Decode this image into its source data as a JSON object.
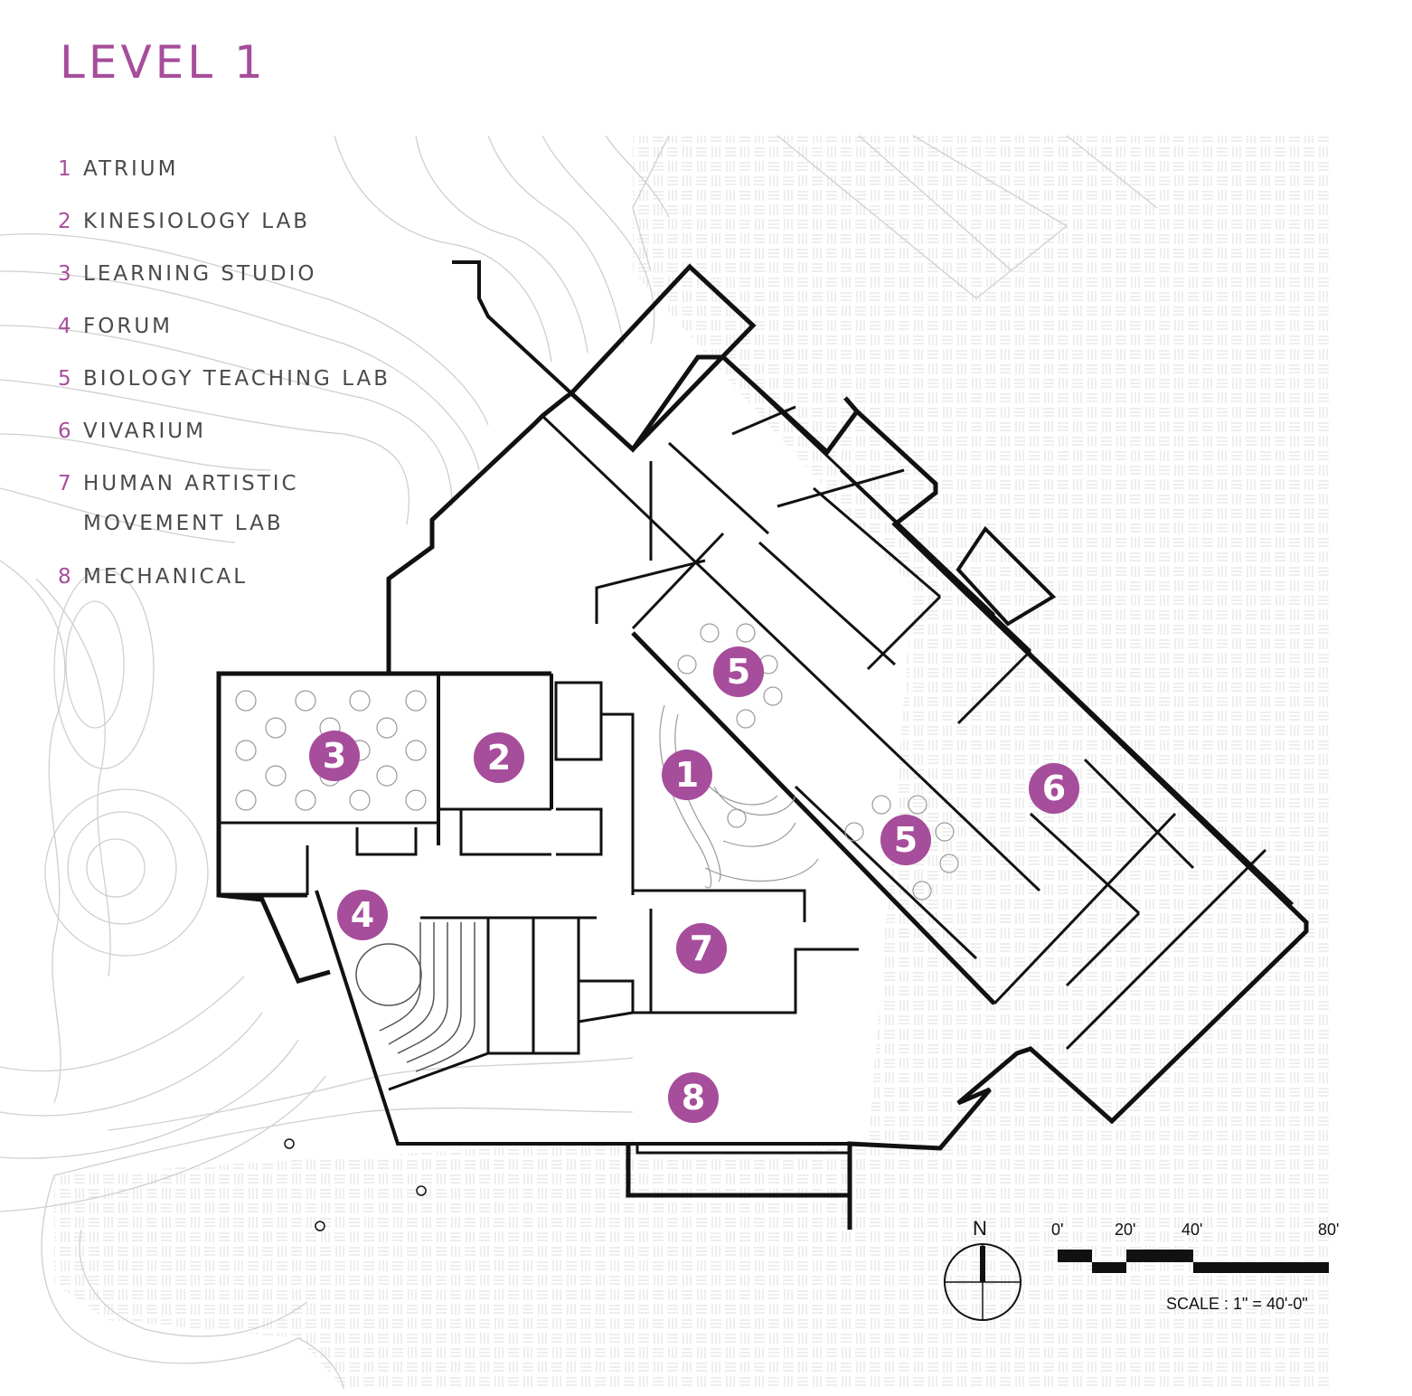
{
  "title": "LEVEL 1",
  "legend": [
    {
      "num": "1",
      "label": "ATRIUM"
    },
    {
      "num": "2",
      "label": "KINESIOLOGY LAB"
    },
    {
      "num": "3",
      "label": "LEARNING STUDIO"
    },
    {
      "num": "4",
      "label": "FORUM"
    },
    {
      "num": "5",
      "label": "BIOLOGY TEACHING LAB"
    },
    {
      "num": "6",
      "label": "VIVARIUM"
    },
    {
      "num": "7",
      "label": "HUMAN ARTISTIC",
      "label2": "MOVEMENT LAB"
    },
    {
      "num": "8",
      "label": "MECHANICAL"
    }
  ],
  "markers": [
    {
      "label": "1"
    },
    {
      "label": "2"
    },
    {
      "label": "3"
    },
    {
      "label": "4"
    },
    {
      "label": "5"
    },
    {
      "label": "5"
    },
    {
      "label": "6"
    },
    {
      "label": "7"
    },
    {
      "label": "8"
    }
  ],
  "north": "N",
  "scale": {
    "ticks": [
      "0'",
      "20'",
      "40'",
      "80'"
    ],
    "label": "SCALE : 1\" = 40'-0\""
  },
  "colors": {
    "accent": "#a64d9b",
    "text": "#4a4a4a",
    "wall": "#111111",
    "site": "#cfcfcf"
  }
}
